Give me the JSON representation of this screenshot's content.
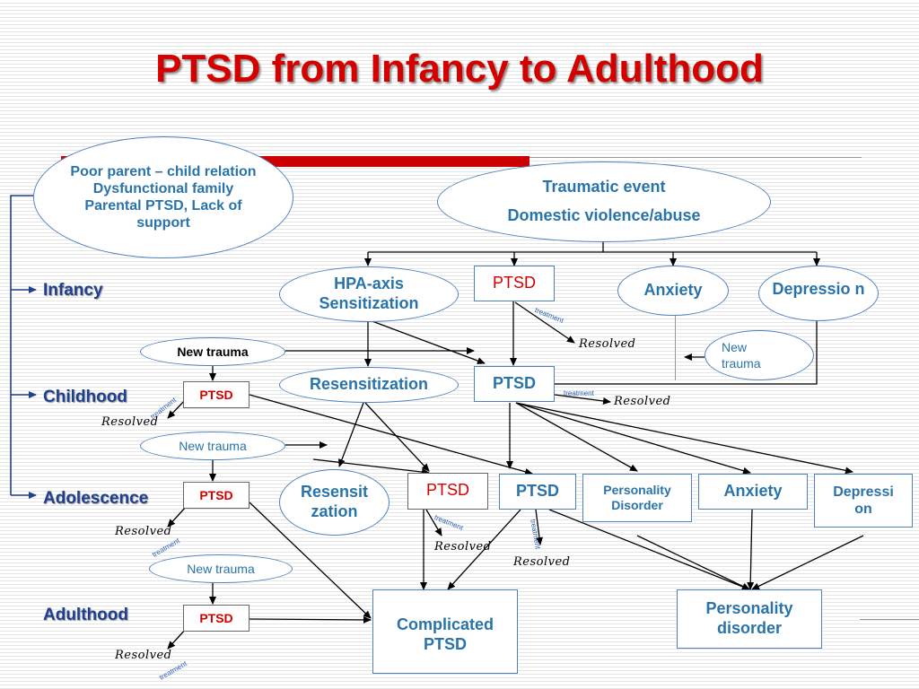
{
  "title": "PTSD from Infancy to Adulthood",
  "stages": {
    "infancy": "Infancy",
    "childhood": "Childhood",
    "adolescence": "Adolescence",
    "adulthood": "Adulthood"
  },
  "nodes": {
    "risk_factors": "Poor parent – child relation Dysfunctional family Parental PTSD, Lack of support",
    "trauma_line1": "Traumatic event",
    "trauma_line2": "Domestic violence/abuse",
    "hpa": "HPA-axis Sensitization",
    "ptsd_top": "PTSD",
    "anxiety_top": "Anxiety",
    "depression_top": "Depressio n",
    "new_trauma_infancy": "New trauma",
    "new_trauma_right": "New trauma",
    "resensitization": "Resensitization",
    "ptsd_mid": "PTSD",
    "ptsd_child": "PTSD",
    "new_trauma_child": "New trauma",
    "resensitization2": "Resensit zation",
    "ptsd_adol_red": "PTSD",
    "ptsd_adol_blue": "PTSD",
    "personality_disorder_small": "Personality Disorder",
    "anxiety_adol": "Anxiety",
    "depression_adol": "Depressi on",
    "ptsd_adolescent": "PTSD",
    "new_trauma_adol": "New trauma",
    "ptsd_adult": "PTSD",
    "complicated_ptsd": "Complicated PTSD",
    "personality_disorder_big": "Personality disorder"
  },
  "labels": {
    "resolved": "Resolved",
    "treatment": "treatment"
  },
  "colors": {
    "title": "#d40000",
    "accent_bar": "#cc0000",
    "node_text": "#2a73a8",
    "stage_text": "#1f3f8f"
  }
}
